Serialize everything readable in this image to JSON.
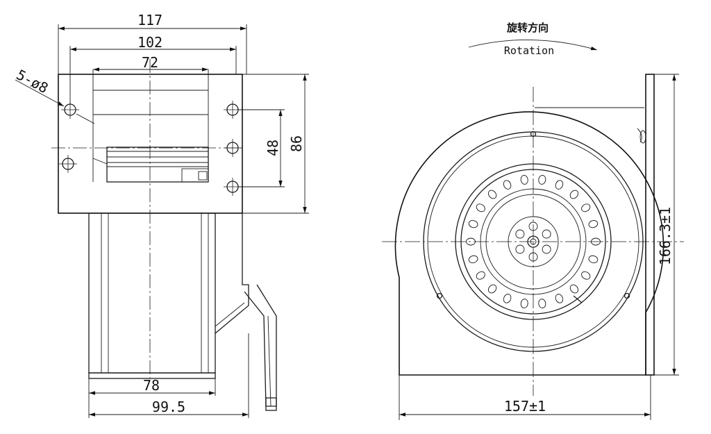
{
  "dimensions": {
    "top_overall_width": "117",
    "top_flange_width": "102",
    "top_inner_width": "72",
    "hole_callout": "5-ø8",
    "hole_spacing": "48",
    "flange_height": "86",
    "bottom_body_width": "78",
    "bottom_overall_width": "99.5",
    "front_width": "157±1",
    "front_height": "166.3±1"
  },
  "rotation": {
    "label_cn": "旋转方向",
    "label_en": "Rotation"
  }
}
